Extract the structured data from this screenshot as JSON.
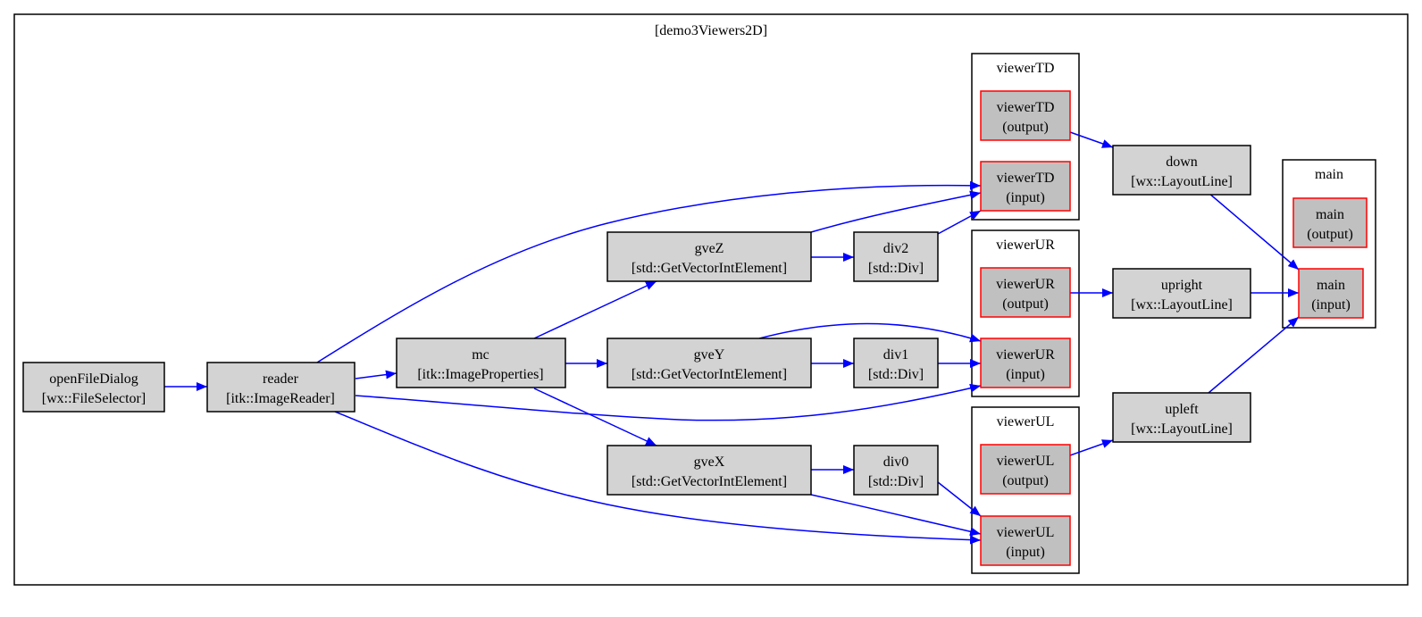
{
  "graph": {
    "title": "[demo3Viewers2D]",
    "colors": {
      "edge": "#0000ff",
      "node_fill": "#d3d3d3",
      "port_fill": "#c0c0c0",
      "port_border": "#ff0000",
      "border": "#000000"
    },
    "clusters": {
      "viewerTD": {
        "label": "viewerTD"
      },
      "viewerUR": {
        "label": "viewerUR"
      },
      "viewerUL": {
        "label": "viewerUL"
      },
      "main": {
        "label": "main"
      }
    },
    "nodes": {
      "openFileDialog": {
        "line1": "openFileDialog",
        "line2": "[wx::FileSelector]"
      },
      "reader": {
        "line1": "reader",
        "line2": "[itk::ImageReader]"
      },
      "mc": {
        "line1": "mc",
        "line2": "[itk::ImageProperties]"
      },
      "gveZ": {
        "line1": "gveZ",
        "line2": "[std::GetVectorIntElement]"
      },
      "gveY": {
        "line1": "gveY",
        "line2": "[std::GetVectorIntElement]"
      },
      "gveX": {
        "line1": "gveX",
        "line2": "[std::GetVectorIntElement]"
      },
      "div2": {
        "line1": "div2",
        "line2": "[std::Div]"
      },
      "div1": {
        "line1": "div1",
        "line2": "[std::Div]"
      },
      "div0": {
        "line1": "div0",
        "line2": "[std::Div]"
      },
      "viewerTD_output": {
        "line1": "viewerTD",
        "line2": "(output)"
      },
      "viewerTD_input": {
        "line1": "viewerTD",
        "line2": "(input)"
      },
      "viewerUR_output": {
        "line1": "viewerUR",
        "line2": "(output)"
      },
      "viewerUR_input": {
        "line1": "viewerUR",
        "line2": "(input)"
      },
      "viewerUL_output": {
        "line1": "viewerUL",
        "line2": "(output)"
      },
      "viewerUL_input": {
        "line1": "viewerUL",
        "line2": "(input)"
      },
      "down": {
        "line1": "down",
        "line2": "[wx::LayoutLine]"
      },
      "upright": {
        "line1": "upright",
        "line2": "[wx::LayoutLine]"
      },
      "upleft": {
        "line1": "upleft",
        "line2": "[wx::LayoutLine]"
      },
      "main_output": {
        "line1": "main",
        "line2": "(output)"
      },
      "main_input": {
        "line1": "main",
        "line2": "(input)"
      }
    },
    "edges": [
      {
        "from": "openFileDialog",
        "to": "reader"
      },
      {
        "from": "reader",
        "to": "mc"
      },
      {
        "from": "reader",
        "to": "viewerTD_input"
      },
      {
        "from": "reader",
        "to": "viewerUR_input"
      },
      {
        "from": "reader",
        "to": "viewerUL_input"
      },
      {
        "from": "mc",
        "to": "gveZ"
      },
      {
        "from": "mc",
        "to": "gveY"
      },
      {
        "from": "mc",
        "to": "gveX"
      },
      {
        "from": "gveZ",
        "to": "div2"
      },
      {
        "from": "gveZ",
        "to": "viewerTD_input"
      },
      {
        "from": "gveY",
        "to": "div1"
      },
      {
        "from": "gveY",
        "to": "viewerUR_input"
      },
      {
        "from": "gveX",
        "to": "div0"
      },
      {
        "from": "gveX",
        "to": "viewerUL_input"
      },
      {
        "from": "div2",
        "to": "viewerTD_input"
      },
      {
        "from": "div1",
        "to": "viewerUR_input"
      },
      {
        "from": "div0",
        "to": "viewerUL_input"
      },
      {
        "from": "viewerTD_output",
        "to": "down"
      },
      {
        "from": "viewerUR_output",
        "to": "upright"
      },
      {
        "from": "viewerUL_output",
        "to": "upleft"
      },
      {
        "from": "down",
        "to": "main_input"
      },
      {
        "from": "upright",
        "to": "main_input"
      },
      {
        "from": "upleft",
        "to": "main_input"
      }
    ]
  }
}
